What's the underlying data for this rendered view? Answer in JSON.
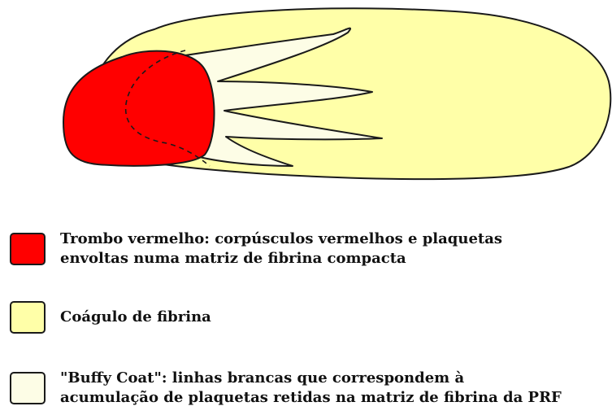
{
  "colors": {
    "red_thrombus": "#ff0000",
    "fibrin_clot": "#ffffa8",
    "buffy_coat": "#fdfde6",
    "outline": "#1a1a1a"
  },
  "legend": [
    {
      "swatch_color": "#ff0000",
      "lines": [
        "Trombo vermelho: corpúsculos vermelhos e plaquetas",
        "envoltas numa matriz de fibrina compacta"
      ]
    },
    {
      "swatch_color": "#ffffa8",
      "lines": [
        "Coágulo de fibrina"
      ]
    },
    {
      "swatch_color": "#fdfde6",
      "lines": [
        "\"Buffy Coat\": linhas brancas que correspondem à",
        "acumulação de plaquetas retidas na matriz de fibrina da PRF"
      ]
    }
  ]
}
